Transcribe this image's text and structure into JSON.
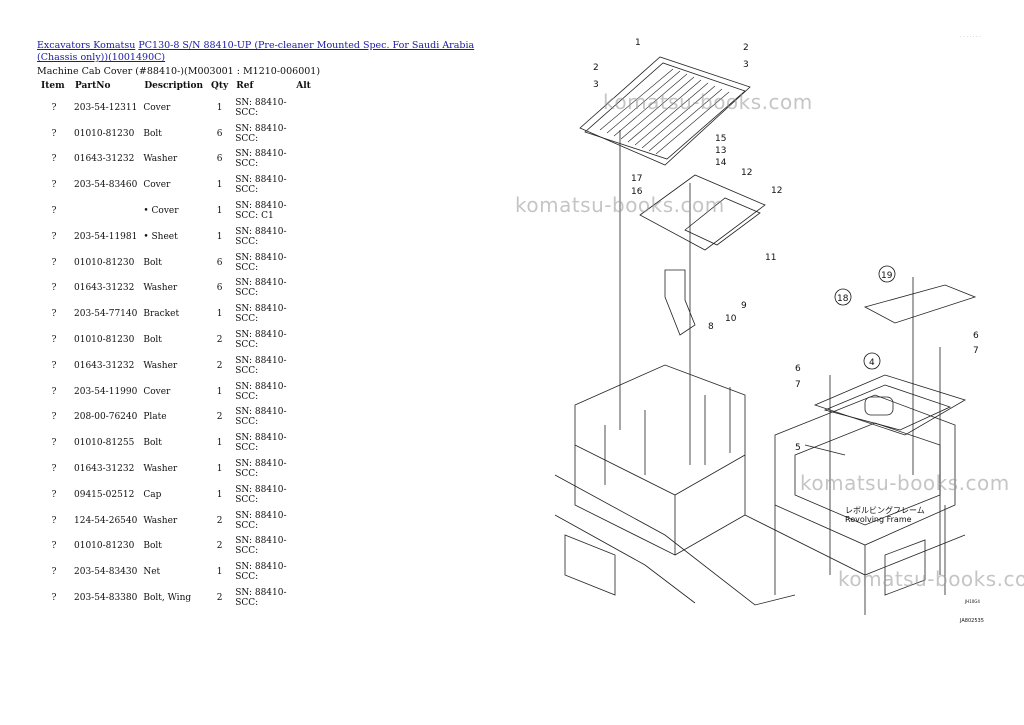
{
  "breadcrumb": {
    "link1": "Excavators Komatsu",
    "link2": "PC130-8 S/N 88410-UP (Pre-cleaner Mounted Spec. For Saudi Arabia (Chassis only))(1001490C)"
  },
  "subtitle": "Machine Cab Cover (#88410-)(M003001 : M1210-006001)",
  "table": {
    "headers": [
      "Item",
      "PartNo",
      "Description",
      "Qty",
      "Ref",
      "Alt"
    ],
    "rows": [
      {
        "item": "?",
        "part": "203-54-12311",
        "desc": "Cover",
        "qty": "1",
        "ref": "SN: 88410-SCC:",
        "alt": ""
      },
      {
        "item": "?",
        "part": "01010-81230",
        "desc": "Bolt",
        "qty": "6",
        "ref": "SN: 88410-SCC:",
        "alt": ""
      },
      {
        "item": "?",
        "part": "01643-31232",
        "desc": "Washer",
        "qty": "6",
        "ref": "SN: 88410-SCC:",
        "alt": ""
      },
      {
        "item": "?",
        "part": "203-54-83460",
        "desc": "Cover",
        "qty": "1",
        "ref": "SN: 88410-SCC:",
        "alt": ""
      },
      {
        "item": "?",
        "part": "",
        "desc": "• Cover",
        "qty": "1",
        "ref": "SN: 88410-SCC: C1",
        "alt": ""
      },
      {
        "item": "?",
        "part": "203-54-11981",
        "desc": "• Sheet",
        "qty": "1",
        "ref": "SN: 88410-SCC:",
        "alt": ""
      },
      {
        "item": "?",
        "part": "01010-81230",
        "desc": "Bolt",
        "qty": "6",
        "ref": "SN: 88410-SCC:",
        "alt": ""
      },
      {
        "item": "?",
        "part": "01643-31232",
        "desc": "Washer",
        "qty": "6",
        "ref": "SN: 88410-SCC:",
        "alt": ""
      },
      {
        "item": "?",
        "part": "203-54-77140",
        "desc": "Bracket",
        "qty": "1",
        "ref": "SN: 88410-SCC:",
        "alt": ""
      },
      {
        "item": "?",
        "part": "01010-81230",
        "desc": "Bolt",
        "qty": "2",
        "ref": "SN: 88410-SCC:",
        "alt": ""
      },
      {
        "item": "?",
        "part": "01643-31232",
        "desc": "Washer",
        "qty": "2",
        "ref": "SN: 88410-SCC:",
        "alt": ""
      },
      {
        "item": "?",
        "part": "203-54-11990",
        "desc": "Cover",
        "qty": "1",
        "ref": "SN: 88410-SCC:",
        "alt": ""
      },
      {
        "item": "?",
        "part": "208-00-76240",
        "desc": "Plate",
        "qty": "2",
        "ref": "SN: 88410-SCC:",
        "alt": ""
      },
      {
        "item": "?",
        "part": "01010-81255",
        "desc": "Bolt",
        "qty": "1",
        "ref": "SN: 88410-SCC:",
        "alt": ""
      },
      {
        "item": "?",
        "part": "01643-31232",
        "desc": "Washer",
        "qty": "1",
        "ref": "SN: 88410-SCC:",
        "alt": ""
      },
      {
        "item": "?",
        "part": "09415-02512",
        "desc": "Cap",
        "qty": "1",
        "ref": "SN: 88410-SCC:",
        "alt": ""
      },
      {
        "item": "?",
        "part": "124-54-26540",
        "desc": "Washer",
        "qty": "2",
        "ref": "SN: 88410-SCC:",
        "alt": ""
      },
      {
        "item": "?",
        "part": "01010-81230",
        "desc": "Bolt",
        "qty": "2",
        "ref": "SN: 88410-SCC:",
        "alt": ""
      },
      {
        "item": "?",
        "part": "203-54-83430",
        "desc": "Net",
        "qty": "1",
        "ref": "SN: 88410-SCC:",
        "alt": ""
      },
      {
        "item": "?",
        "part": "203-54-83380",
        "desc": "Bolt, Wing",
        "qty": "2",
        "ref": "SN: 88410-SCC:",
        "alt": ""
      }
    ]
  },
  "diagram": {
    "callouts": [
      "1",
      "2",
      "3",
      "2",
      "3",
      "15",
      "13",
      "14",
      "17",
      "16",
      "12",
      "12",
      "11",
      "9",
      "10",
      "8",
      "19",
      "18",
      "6",
      "7",
      "4",
      "6",
      "7",
      "5"
    ],
    "label_jp": "レボルビングフレーム",
    "label_en": "Revolving Frame",
    "code1": "JA802535",
    "code2": "JH10G4"
  },
  "watermark": "komatsu-books.com"
}
